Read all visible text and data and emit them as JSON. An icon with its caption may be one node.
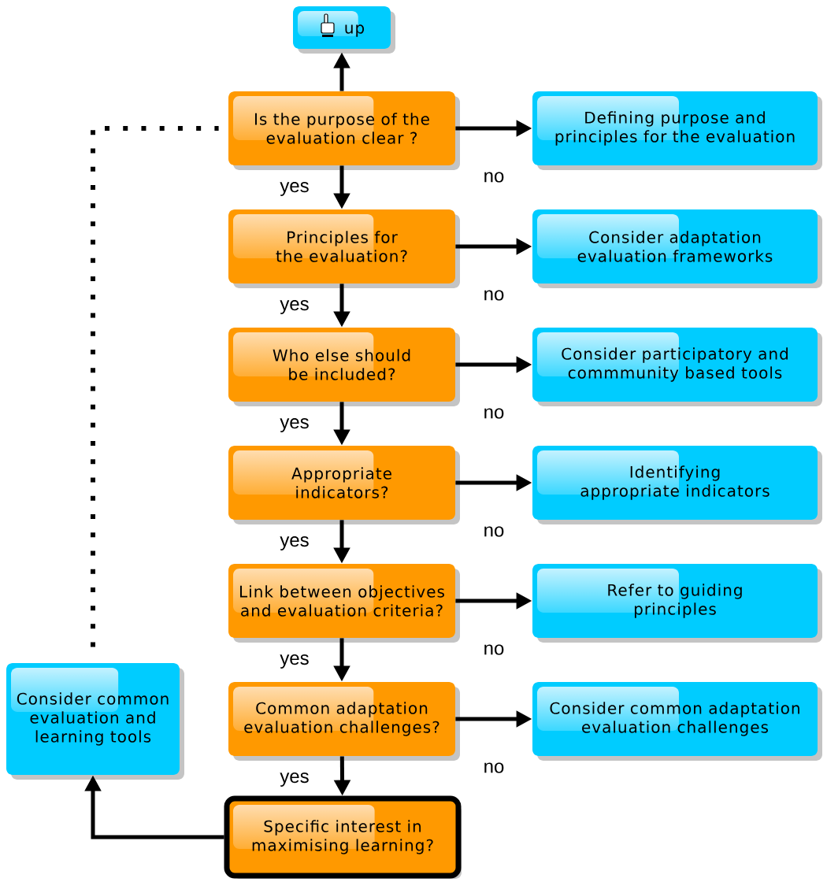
{
  "diagram": {
    "nodes": [
      {
        "text": [
          "up"
        ]
      },
      {
        "text": [
          "Is the purpose of the evaluation clear ?"
        ]
      },
      {
        "text": [
          "Defining purpose and principles for the evaluation"
        ]
      },
      {
        "text": [
          "Principles for the evaluation?"
        ]
      },
      {
        "text": [
          "Consider adaptation evaluation frameworks"
        ]
      },
      {
        "text": [
          "Who else should be included?"
        ]
      },
      {
        "text": [
          "Consider participatory and commmunity based tools"
        ]
      },
      {
        "text": [
          "Appropriate indicators?"
        ]
      },
      {
        "text": [
          "Identifying appropriate indicators"
        ]
      },
      {
        "text": [
          "Link between objectives and evaluation criteria?"
        ]
      },
      {
        "text": [
          "Refer to guiding principles"
        ]
      },
      {
        "text": [
          "Common adaptation evaluation challenges?"
        ]
      },
      {
        "text": [
          "Consider common adaptation evaluation challenges"
        ]
      },
      {
        "text": [
          "Specific interest in maximising learning?"
        ]
      },
      {
        "text": [
          "Consider common evaluation and learning tools"
        ]
      }
    ],
    "edges": [
      {
        "from": 1,
        "to": 0,
        "arrow": "to"
      },
      {
        "from": 1,
        "to": 2,
        "arrow": "to",
        "label": "no"
      },
      {
        "from": 1,
        "to": 3,
        "arrow": "to",
        "label": "yes"
      },
      {
        "from": 3,
        "to": 4,
        "arrow": "to",
        "label": "no"
      },
      {
        "from": 3,
        "to": 5,
        "arrow": "to",
        "label": "yes"
      },
      {
        "from": 5,
        "to": 6,
        "arrow": "to",
        "label": "no"
      },
      {
        "from": 5,
        "to": 7,
        "arrow": "to",
        "label": "yes"
      },
      {
        "from": 7,
        "to": 8,
        "arrow": "to",
        "label": "no"
      },
      {
        "from": 7,
        "to": 9,
        "arrow": "to",
        "label": "yes"
      },
      {
        "from": 9,
        "to": 10,
        "arrow": "to",
        "label": "no"
      },
      {
        "from": 9,
        "to": 11,
        "arrow": "to",
        "label": "yes"
      },
      {
        "from": 11,
        "to": 12,
        "arrow": "to",
        "label": "no"
      },
      {
        "from": 11,
        "to": 13,
        "arrow": "to",
        "label": "yes"
      },
      {
        "from": 13,
        "to": 14,
        "arrow": "to"
      },
      {
        "from": 14,
        "to": 1,
        "arrow": "none",
        "style": "dashed"
      }
    ]
  }
}
